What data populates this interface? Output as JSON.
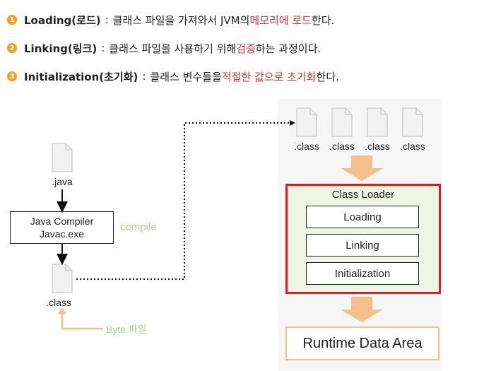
{
  "bullets": [
    {
      "num": "1",
      "term": "Loading(로드)",
      "colon": ":",
      "text_before": "클래스 파일을 가져와서 JVM의 ",
      "highlight": "메모리에 로드",
      "text_after": "한다."
    },
    {
      "num": "2",
      "term": "Linking(링크)",
      "colon": ":",
      "text_before": "클래스 파일을 사용하기 위해 ",
      "highlight": "검증",
      "text_after": "하는 과정이다."
    },
    {
      "num": "3",
      "term": "Initialization(초기화)",
      "colon": ":",
      "text_before": "클래스 변수들을 ",
      "highlight": "적절한 값으로 초기화",
      "text_after": "한다."
    }
  ],
  "diagram": {
    "java_file_label": ".java",
    "compiler_line1": "Java Compiler",
    "compiler_line2": "Javac.exe",
    "compile_label": "compile",
    "class_file_label": ".class",
    "byte_label": "Byte 파일",
    "loaded_files": [
      ".class",
      ".class",
      ".class",
      ".class"
    ],
    "class_loader_title": "Class Loader",
    "stages": [
      "Loading",
      "Linking",
      "Initialization"
    ],
    "runtime_label": "Runtime Data Area"
  },
  "colors": {
    "highlight": "#e8342e",
    "bullet_number": "#f2a01f",
    "compile_label": "#a9d18e",
    "loader_border": "#e21b23",
    "loader_fill": "#eef5e5",
    "big_arrow": "#f5c08a",
    "byte_arrow": "#f5c08a"
  },
  "icons": {
    "file": "document-icon",
    "bullet": "numbered-circle-icon"
  }
}
